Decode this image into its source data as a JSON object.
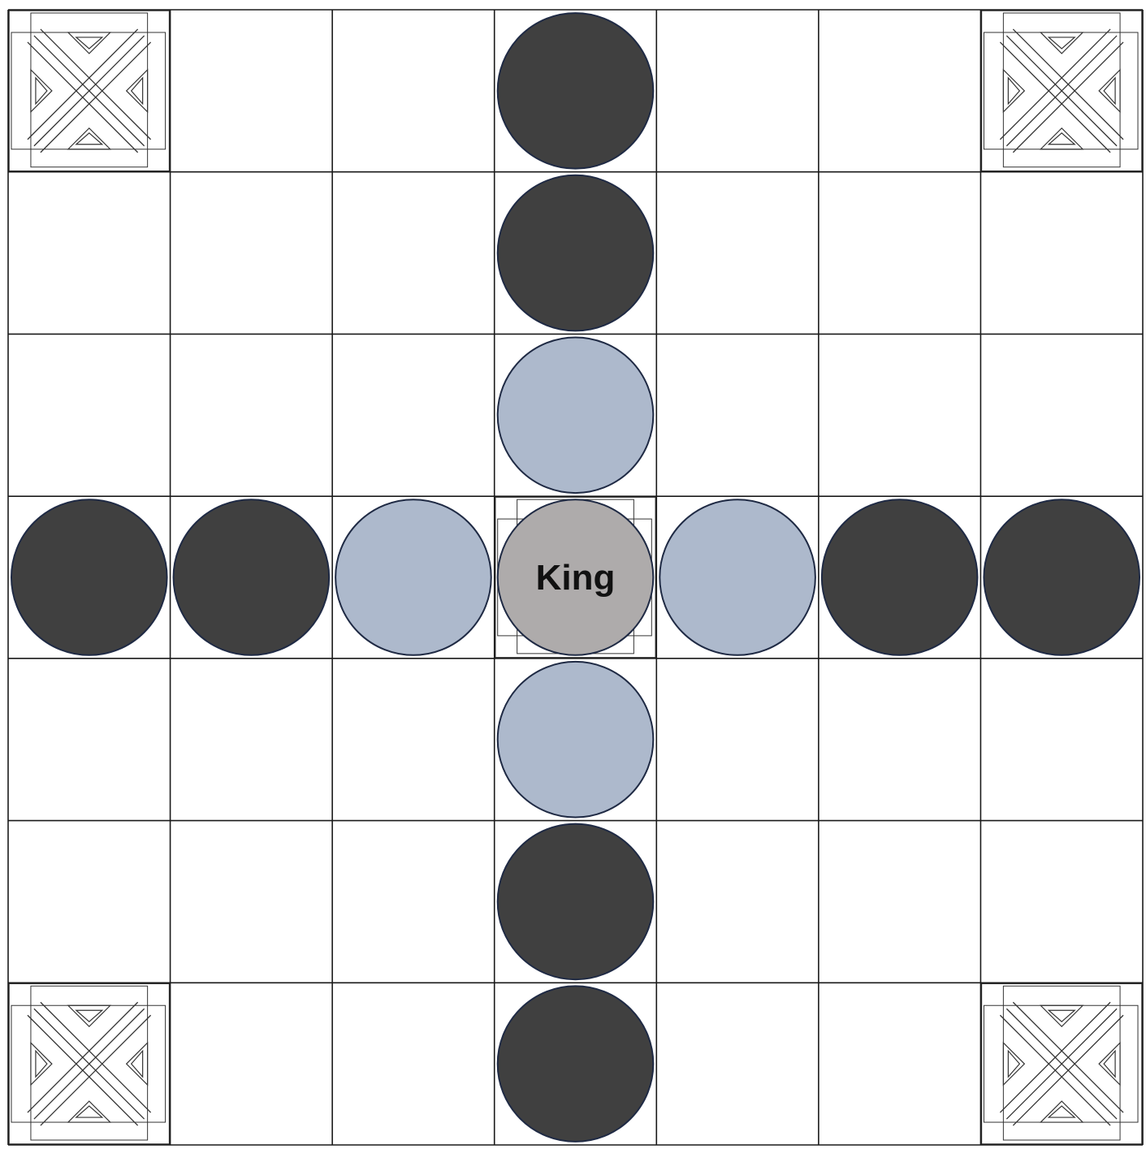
{
  "board": {
    "size": 7,
    "colors": {
      "background": "#ffffff",
      "grid": "#1a1a1a",
      "knot": "#333333"
    },
    "special_squares": [
      {
        "row": 0,
        "col": 0,
        "kind": "corner",
        "icon": "celtic-knot-icon"
      },
      {
        "row": 0,
        "col": 6,
        "kind": "corner",
        "icon": "celtic-knot-icon"
      },
      {
        "row": 6,
        "col": 0,
        "kind": "corner",
        "icon": "celtic-knot-icon"
      },
      {
        "row": 6,
        "col": 6,
        "kind": "corner",
        "icon": "celtic-knot-icon"
      },
      {
        "row": 3,
        "col": 3,
        "kind": "throne",
        "icon": "celtic-knot-icon"
      }
    ]
  },
  "pieces": [
    {
      "row": 0,
      "col": 3,
      "side": "attacker",
      "color": "#404040"
    },
    {
      "row": 1,
      "col": 3,
      "side": "attacker",
      "color": "#404040"
    },
    {
      "row": 2,
      "col": 3,
      "side": "defender",
      "color": "#adb9cc"
    },
    {
      "row": 3,
      "col": 0,
      "side": "attacker",
      "color": "#404040"
    },
    {
      "row": 3,
      "col": 1,
      "side": "attacker",
      "color": "#404040"
    },
    {
      "row": 3,
      "col": 2,
      "side": "defender",
      "color": "#adb9cc"
    },
    {
      "row": 3,
      "col": 3,
      "side": "king",
      "color": "#aeabab",
      "label": "King"
    },
    {
      "row": 3,
      "col": 4,
      "side": "defender",
      "color": "#adb9cc"
    },
    {
      "row": 3,
      "col": 5,
      "side": "attacker",
      "color": "#404040"
    },
    {
      "row": 3,
      "col": 6,
      "side": "attacker",
      "color": "#404040"
    },
    {
      "row": 4,
      "col": 3,
      "side": "defender",
      "color": "#adb9cc"
    },
    {
      "row": 5,
      "col": 3,
      "side": "attacker",
      "color": "#404040"
    },
    {
      "row": 6,
      "col": 3,
      "side": "attacker",
      "color": "#404040"
    }
  ]
}
